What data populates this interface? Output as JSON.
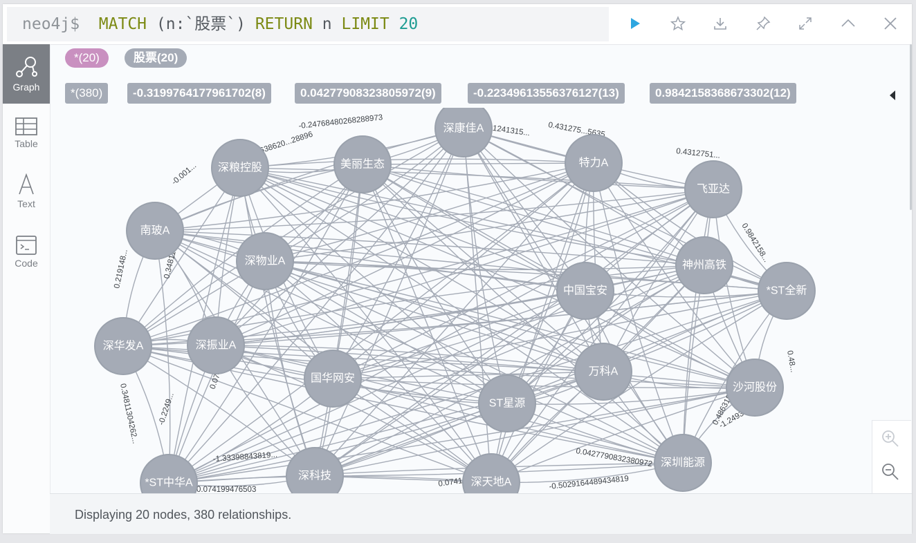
{
  "query": {
    "prompt": "neo4j$",
    "kw1": "MATCH",
    "part1": " (n:`股票`) ",
    "kw2": "RETURN",
    "part2": " n ",
    "kw3": "LIMIT",
    "limit": "20"
  },
  "toolbar": {
    "icons": [
      "play-icon",
      "star-icon",
      "download-icon",
      "pin-icon",
      "expand-icon",
      "collapse-icon",
      "close-icon"
    ]
  },
  "sidebar": {
    "graph_label": "Graph",
    "table_label": "Table",
    "text_label": "Text",
    "code_label": "Code"
  },
  "node_labels": {
    "all": "*(20)",
    "stock": "股票(20)"
  },
  "rel_types": [
    "*(380)",
    "-0.3199764177961702(8)",
    "0.0427790832380597​2(9)",
    "-0.22349613556376127(13)",
    "0.9842158368673302(12)"
  ],
  "colors": {
    "all_pill": "#c990c0",
    "stock_pill": "#a5abb6",
    "node_fill": "#a5abb6",
    "node_stroke": "#9aa1ac",
    "edge": "#a5abb6",
    "play": "#2ea6e0"
  },
  "nodes": [
    {
      "label": "深康佳A"
    },
    {
      "label": "深粮控股"
    },
    {
      "label": "美丽生态"
    },
    {
      "label": "特力A"
    },
    {
      "label": "飞亚达"
    },
    {
      "label": "南玻A"
    },
    {
      "label": "深物业A"
    },
    {
      "label": "神州高铁"
    },
    {
      "label": "中国宝安"
    },
    {
      "label": "*ST全新"
    },
    {
      "label": "深华发A"
    },
    {
      "label": "深振业A"
    },
    {
      "label": "国华网安"
    },
    {
      "label": "万科A"
    },
    {
      "label": "沙河股份"
    },
    {
      "label": "ST星源"
    },
    {
      "label": "*ST中华A"
    },
    {
      "label": "深科技"
    },
    {
      "label": "深天地A"
    },
    {
      "label": "深圳能源"
    }
  ],
  "edge_labels": [
    "-0.24768480268288973",
    "-0.91241315...",
    "0.431275...5635",
    "0.4312751...",
    "-0.638620...28896",
    "0.98421​58...",
    "-0.001...",
    "0.219148...",
    "0.348113...",
    "0.348113042​62...",
    "-0.2249...",
    "0.0741994765...",
    "-1.24934...",
    "0.4863​19...",
    "0.48...",
    "0.0427790832380972",
    "-0.5029164489434819",
    "-1.33398843819...",
    "0.074199476503",
    "0.0741..."
  ],
  "status": {
    "text": "Displaying 20 nodes, 380 relationships."
  }
}
